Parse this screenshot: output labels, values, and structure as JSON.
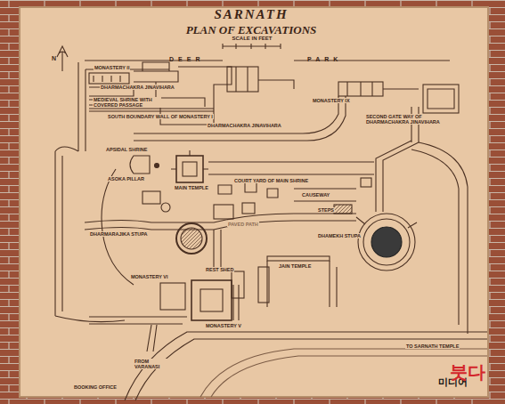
{
  "diagram": {
    "title": "SARNATH",
    "labels": [
      "PLAN OF EXCAVATIONS",
      "SCALE IN FEET",
      "N",
      "DEER",
      "PARK",
      "MONASTERY II",
      "DHARMACHAKRA JINAVIHARA",
      "MEDIEVAL SHRINE WITH COVERED PASSAGE",
      "SOUTH BOUNDARY WALL OF MONASTERY I",
      "DHARMACHAKRA JINAVIHARA",
      "MONASTERY IX",
      "SECOND GATE WAY OF DHARMACHAKRA JINAVIHARA",
      "APSIDAL SHRINE",
      "ASOKA PILLAR",
      "MAIN TEMPLE",
      "COURT YARD OF MAIN SHRINE",
      "CAUSEWAY",
      "STEPS",
      "DHARMARAJIKA STUPA",
      "PAVED PATH",
      "DHAMEKH STUPA",
      "REST SHED",
      "JAIN TEMPLE",
      "MONASTERY VI",
      "MONASTERY V",
      "FROM VARANASI",
      "BOOKING OFFICE",
      "TO SARNATH TEMPLE",
      "미디어",
      "붓다"
    ]
  }
}
